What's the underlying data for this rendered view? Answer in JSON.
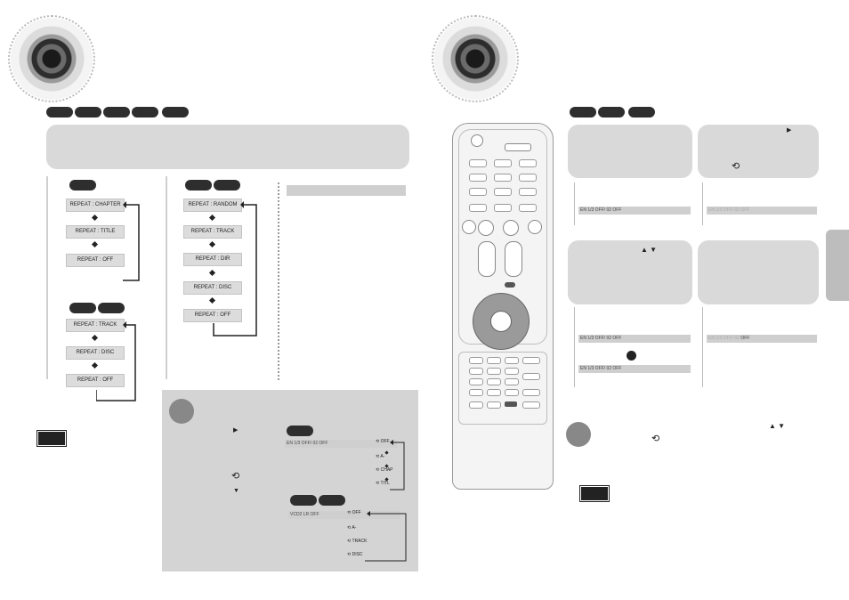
{
  "repeat_dvd": [
    "REPEAT : CHAPTER",
    "REPEAT : TITLE",
    "REPEAT : OFF"
  ],
  "repeat_cd": [
    "REPEAT : TRACK",
    "REPEAT : DISC",
    "REPEAT : OFF"
  ],
  "repeat_mp3": [
    "REPEAT : RANDOM",
    "REPEAT : TRACK",
    "REPEAT : DIR",
    "REPEAT : DISC",
    "REPEAT : OFF"
  ],
  "osd_dvd_options": [
    "OFF",
    "A-",
    "CHAP",
    "TITL"
  ],
  "osd_cd_options": [
    "OFF",
    "A-",
    "TRACK",
    "DISC"
  ],
  "osd_bar_dvd": "EN 1/3   OFF/ 02   OFF",
  "osd_bar_cd": "VCD2    LR    OFF",
  "osd_bar_right": "EN 1/3   OFF/ 02   OFF",
  "osd_bar_right_dim": "EN 1/3   OFF/ 02   OFF",
  "osd_bar_right_last": "EN 1/3   OFF/ 02",
  "osd_bar_right_last_value": "OFF",
  "icons": {
    "play": "▶",
    "repeat": "⟲",
    "down": "▼",
    "up_down": "▲ ▼"
  },
  "colors": {
    "accent_gray": "#d9d9d9",
    "dark": "#2e2e2e"
  }
}
